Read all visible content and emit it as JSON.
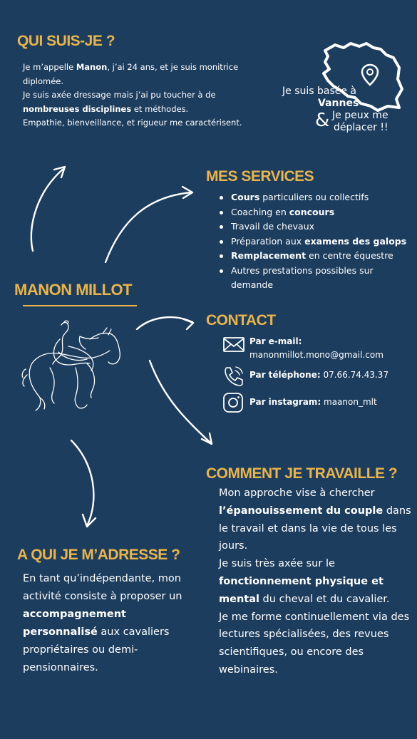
{
  "colors": {
    "background": "#1d3d5e",
    "accent": "#e9b54a",
    "text": "#ffffff"
  },
  "qui": {
    "title": "QUI SUIS-JE ?",
    "p1_a": "Je m’appelle ",
    "p1_b": "Manon",
    "p1_c": ", j’ai 24 ans, et je suis monitrice diplomée.",
    "p2_a": "Je suis axée dressage mais j’ai pu toucher à de ",
    "p2_b": "nombreuses disciplines",
    "p2_c": " et méthodes.",
    "p3": "Empathie, bienveillance, et rigueur me caractérisent."
  },
  "location": {
    "line1": "Je suis basée à",
    "city": "Vannes",
    "amp": "&",
    "line3": "Je peux me",
    "line4": "déplacer !!",
    "map_icon": "brittany-map-pin-icon"
  },
  "services": {
    "title": "MES SERVICES",
    "items": [
      {
        "bold": "Cours",
        "rest": " particuliers ou collectifs"
      },
      {
        "pre": "Coaching en ",
        "bold": "concours"
      },
      {
        "pre": "Travail de chevaux"
      },
      {
        "pre": "Préparation aux ",
        "bold": "examens des galops"
      },
      {
        "bold": "Remplacement",
        "rest": " en centre équestre"
      },
      {
        "pre": "Autres prestations possibles sur demande"
      }
    ]
  },
  "name": "MANON MILLOT",
  "contact": {
    "title": "CONTACT",
    "email_label": "Par e-mail:",
    "email_value": "manonmillot.mono@gmail.com",
    "phone_label": "Par téléphone:",
    "phone_value": " 07.66.74.43.37",
    "insta_label": "Par instagram:",
    "insta_value": " maanon_mlt"
  },
  "comment": {
    "title": "COMMENT JE TRAVAILLE ?",
    "t1": "Mon approche vise à chercher ",
    "t1b": "l’épanouissement du couple",
    "t1c": " dans le travail et dans la vie de tous les jours.",
    "t2": "Je suis très axée sur le ",
    "t2b": "fonctionnement physique et mental",
    "t2c": " du cheval et du cavalier.",
    "t3": "Je me forme continuellement via des lectures spécialisées, des revues scientifiques, ou encore des webinaires."
  },
  "adresse": {
    "title": "A QUI JE M’ADRESSE ?",
    "t1": "En tant qu’indépendante, mon activité consiste à proposer un ",
    "t1b": "accompagnement personnalisé",
    "t1c": " aux cavaliers propriétaires ou demi-pensionnaires."
  }
}
